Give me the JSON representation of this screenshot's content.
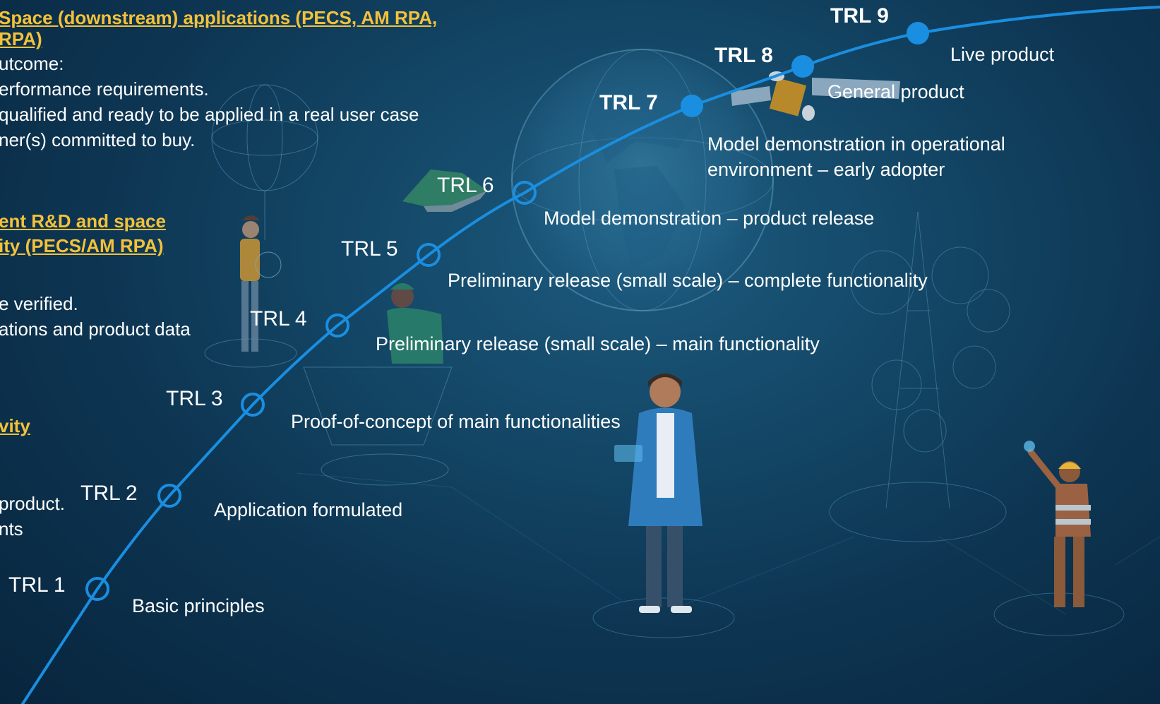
{
  "colors": {
    "curve": "#1a8ee0",
    "accent_heading": "#f3c13a",
    "text": "#ffffff",
    "background": "#0d3552"
  },
  "left_panel": {
    "block1": {
      "heading": [
        "Space (downstream) applications (PECS, AM RPA,",
        "RPA)"
      ],
      "body": [
        "utcome:",
        "erformance requirements.",
        " qualified and ready to be applied in a real user case",
        "ner(s) committed to buy."
      ]
    },
    "block2": {
      "heading": [
        "ent R&D and space",
        "ity (PECS/AM RPA)"
      ],
      "body": [
        "e verified.",
        "ations and product data"
      ]
    },
    "block3": {
      "heading": [
        "vity"
      ],
      "body": [
        "product.",
        "nts"
      ]
    }
  },
  "trl_levels": [
    {
      "label": "TRL 1",
      "description": "Basic principles"
    },
    {
      "label": "TRL 2",
      "description": "Application formulated"
    },
    {
      "label": "TRL 3",
      "description": "Proof-of-concept of main functionalities"
    },
    {
      "label": "TRL 4",
      "description": "Preliminary release (small scale) – main functionality"
    },
    {
      "label": "TRL 5",
      "description": "Preliminary release (small scale) – complete functionality"
    },
    {
      "label": "TRL 6",
      "description": "Model demonstration – product release"
    },
    {
      "label": "TRL 7",
      "description": [
        "Model demonstration in operational",
        "environment – early adopter"
      ]
    },
    {
      "label": "TRL 8",
      "description": "General product"
    },
    {
      "label": "TRL 9",
      "description": "Live product"
    }
  ],
  "illustrations": [
    "globe",
    "satellite",
    "drone",
    "person-with-sphere",
    "scientist-in-lab-coat",
    "worker-with-helmet",
    "network-tower"
  ]
}
